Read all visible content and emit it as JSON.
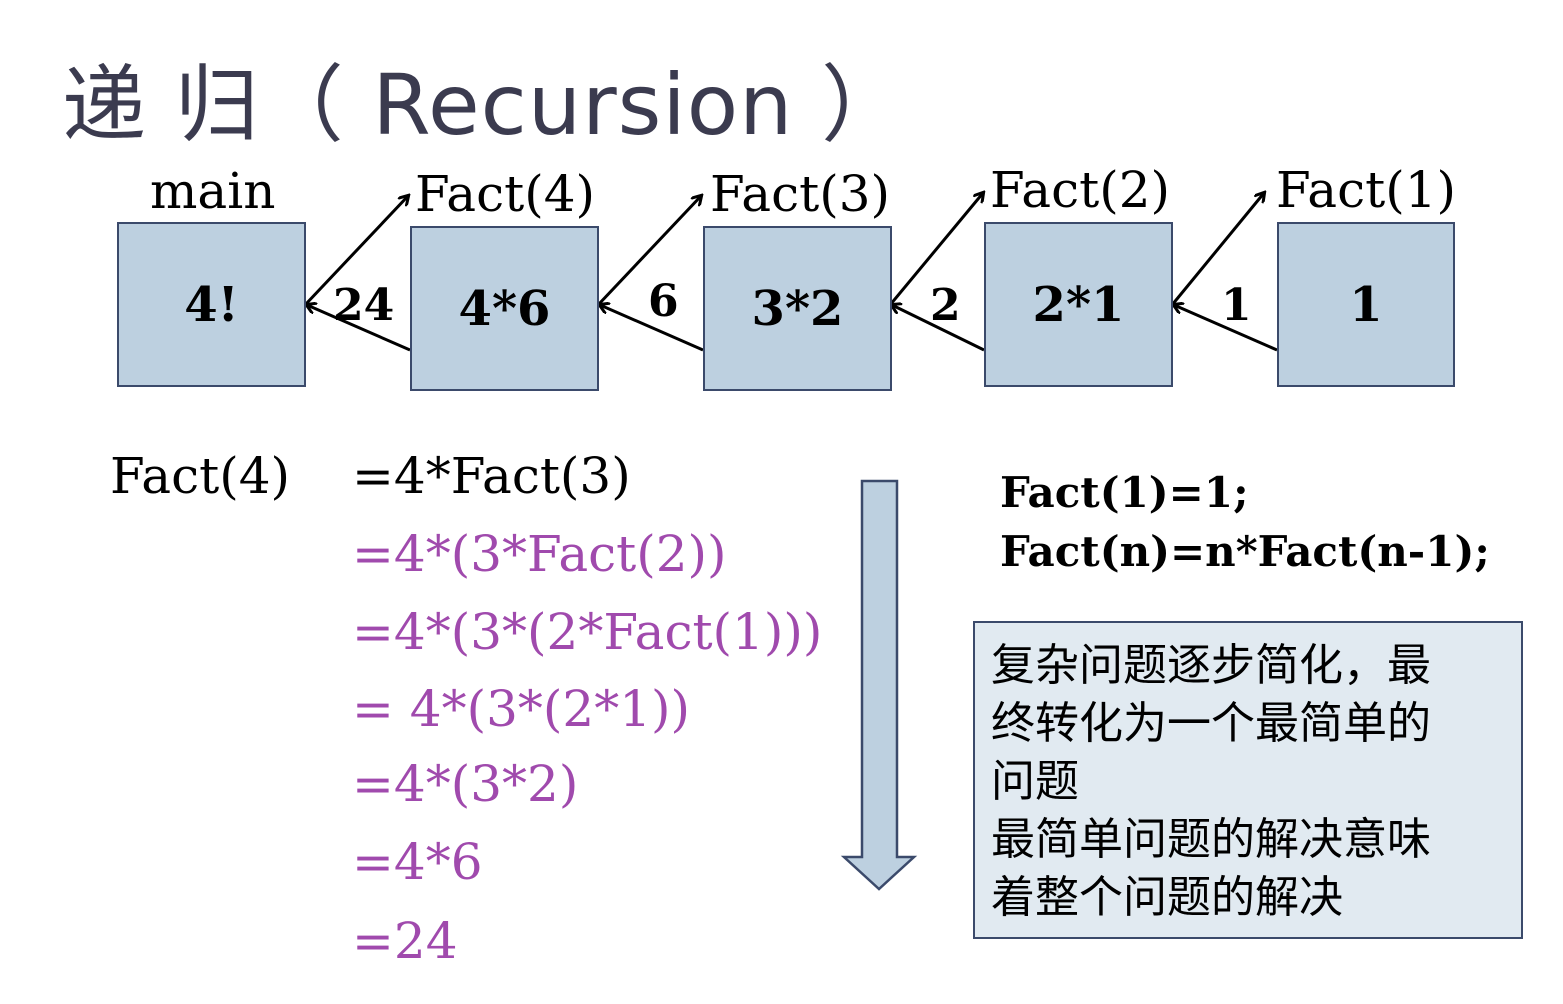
{
  "title": "递 归（ Recursion ）",
  "frames": [
    {
      "label": "main",
      "value": "4!"
    },
    {
      "label": "Fact(4)",
      "value": "4*6"
    },
    {
      "label": "Fact(3)",
      "value": "3*2"
    },
    {
      "label": "Fact(2)",
      "value": "2*1"
    },
    {
      "label": "Fact(1)",
      "value": "1"
    }
  ],
  "return_values": [
    "24",
    "6",
    "2",
    "1"
  ],
  "expansion": {
    "lhs": "Fact(4)",
    "first": "=4*Fact(3)",
    "steps": [
      "=4*(3*Fact(2))",
      "=4*(3*(2*Fact(1)))",
      "= 4*(3*(2*1))",
      "=4*(3*2)",
      "=4*6",
      "=24"
    ]
  },
  "formula": [
    "Fact(1)=1;",
    "Fact(n)=n*Fact(n-1);"
  ],
  "note_lines": [
    "复杂问题逐步简化，最",
    "终转化为一个最简单的",
    "问题",
    "最简单问题的解决意味",
    "着整个问题的解决"
  ],
  "colors": {
    "box_fill": "#bdd0e0",
    "box_border": "#3b4a6b",
    "purple_text": "#a04aad",
    "note_fill": "#e1eaf1"
  }
}
